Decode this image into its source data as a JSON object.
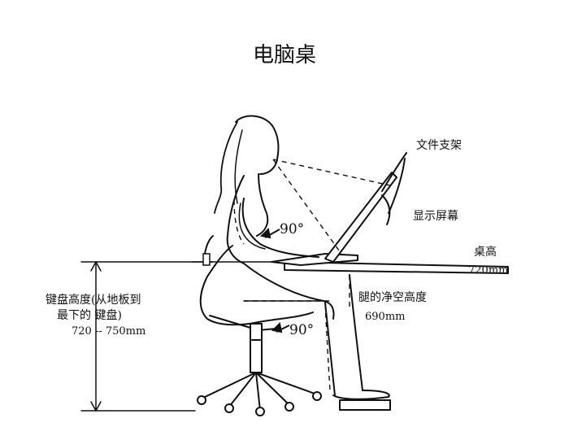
{
  "title": "电脑桌",
  "labels": {
    "document_holder": "文件支架",
    "monitor": "显示屏幕",
    "desk_height": "桌高",
    "desk_height_value": "720mm",
    "keyboard_height_line1": "键盘高度(从地板到",
    "keyboard_height_line2": "最下的  键盘)",
    "keyboard_height_value": "720 -- 750mm",
    "leg_clearance": "腿的净空高度",
    "leg_clearance_value": "690mm",
    "elbow_angle": "90°",
    "knee_angle": "90°"
  }
}
